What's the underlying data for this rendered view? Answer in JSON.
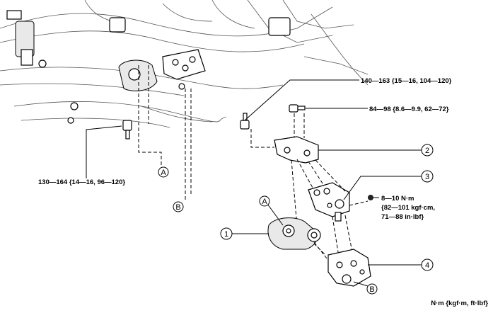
{
  "torque_specs": {
    "bolt_top": "140—163 {15—16, 104—120}",
    "bolt_mid": "84—98 {8.6—9.9, 62—72}",
    "bolt_left": "130—164 {14—16, 96—120}",
    "nut_right_line1": "8—10 N·m",
    "nut_right_line2": "{82—101 kgf·cm,",
    "nut_right_line3": "71—88 in·lbf}"
  },
  "callouts": {
    "c1": "1",
    "c2": "2",
    "c3": "3",
    "c4": "4"
  },
  "refs": {
    "a_upper": "A",
    "b_upper": "B",
    "a_lower": "A",
    "b_lower": "B"
  },
  "units_note": "N·m {kgf·m, ft·lbf}"
}
